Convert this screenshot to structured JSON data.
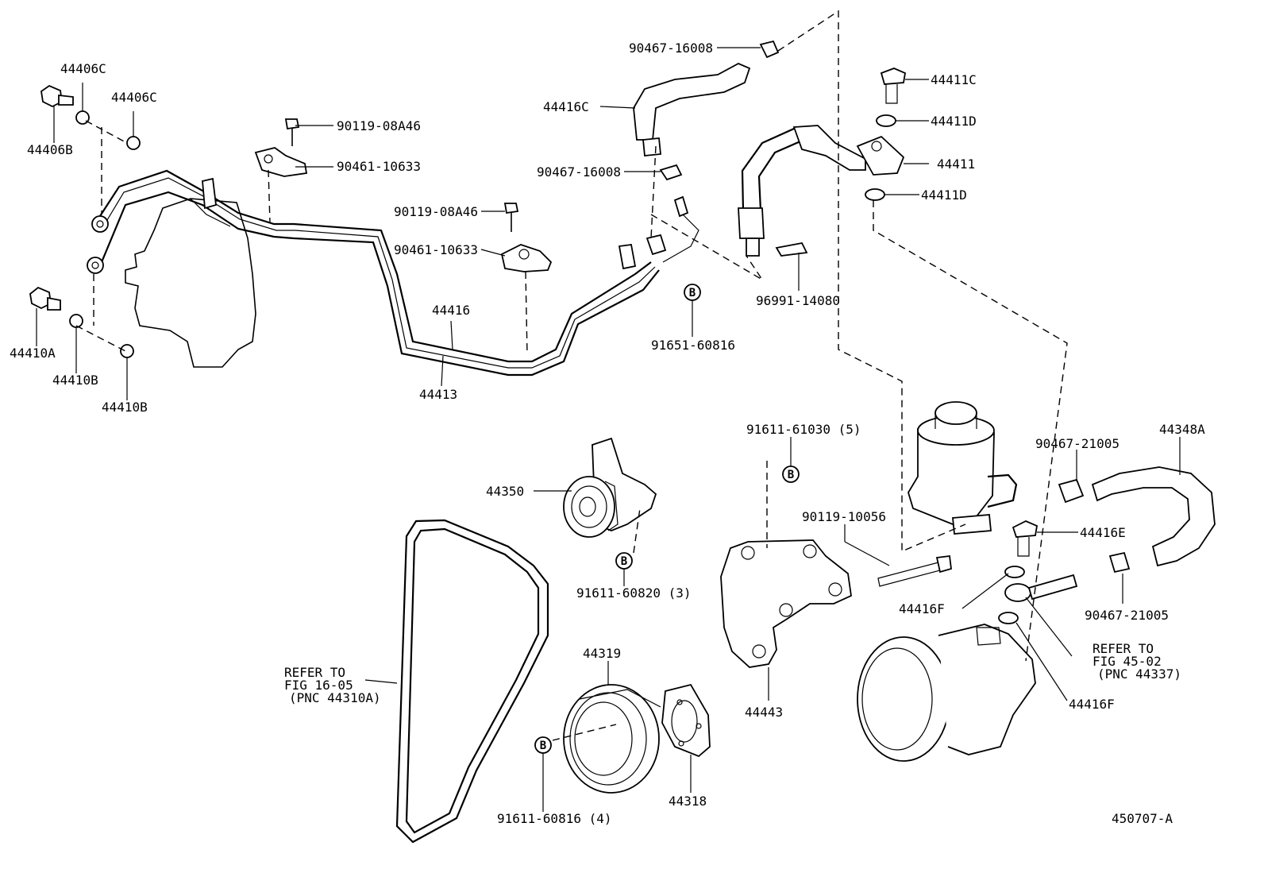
{
  "diagram": {
    "footer_code": "450707-A",
    "callout_symbol": "B",
    "labels": {
      "p44406C_a": "44406C",
      "p44406C_b": "44406C",
      "p44406B": "44406B",
      "p44410A": "44410A",
      "p44410B_a": "44410B",
      "p44410B_b": "44410B",
      "p90119_08A46_a": "90119-08A46",
      "p90461_10633_a": "90461-10633",
      "p90119_08A46_b": "90119-08A46",
      "p90461_10633_b": "90461-10633",
      "p44416": "44416",
      "p44413": "44413",
      "p90467_16008_a": "90467-16008",
      "p44416C": "44416C",
      "p90467_16008_b": "90467-16008",
      "p91651_60816": "91651-60816",
      "p96991_14080": "96991-14080",
      "p44411C": "44411C",
      "p44411D_a": "44411D",
      "p44411": "44411",
      "p44411D_b": "44411D",
      "p44350": "44350",
      "p91611_60820": "91611-60820 (3)",
      "p91611_61030": "91611-61030 (5)",
      "p90119_10056": "90119-10056",
      "p44443": "44443",
      "p44319": "44319",
      "p44318": "44318",
      "p91611_60816": "91611-60816 (4)",
      "p90467_21005_a": "90467-21005",
      "p44348A": "44348A",
      "p44416E": "44416E",
      "p44416F_a": "44416F",
      "p90467_21005_b": "90467-21005",
      "p44416F_b": "44416F"
    },
    "refer_belt": [
      "REFER TO",
      "FIG 16-05",
      "(PNC 44310A)"
    ],
    "refer_pump": [
      "REFER TO",
      "FIG 45-02",
      "(PNC 44337)"
    ]
  }
}
